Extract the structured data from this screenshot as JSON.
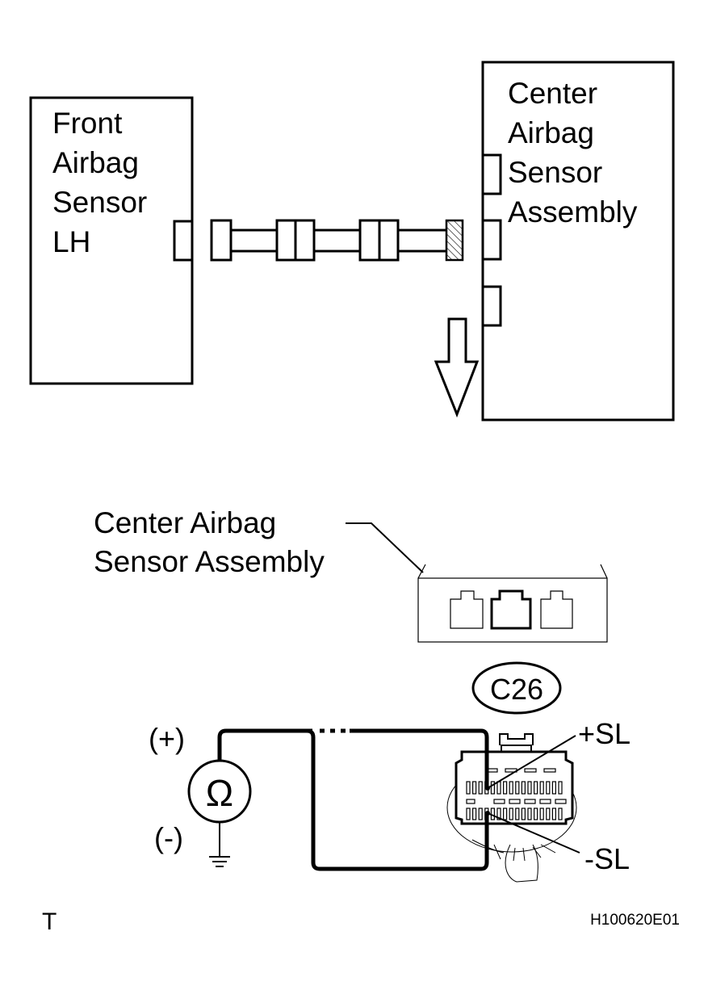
{
  "top_diagram": {
    "front_sensor_lines": [
      "Front",
      "Airbag",
      "Sensor",
      "LH"
    ],
    "center_sensor_lines": [
      "Center",
      "Airbag",
      "Sensor",
      "Assembly"
    ]
  },
  "connector_view": {
    "label_lines": [
      "Center Airbag",
      "Sensor Assembly"
    ],
    "connector_code": "C26"
  },
  "meter": {
    "symbol": "Ω",
    "positive_label": "(+)",
    "negative_label": "(-)"
  },
  "terminals": {
    "positive": "+SL",
    "negative": "-SL"
  },
  "footer": {
    "corner_letter": "T",
    "figure_id": "H100620E01"
  }
}
